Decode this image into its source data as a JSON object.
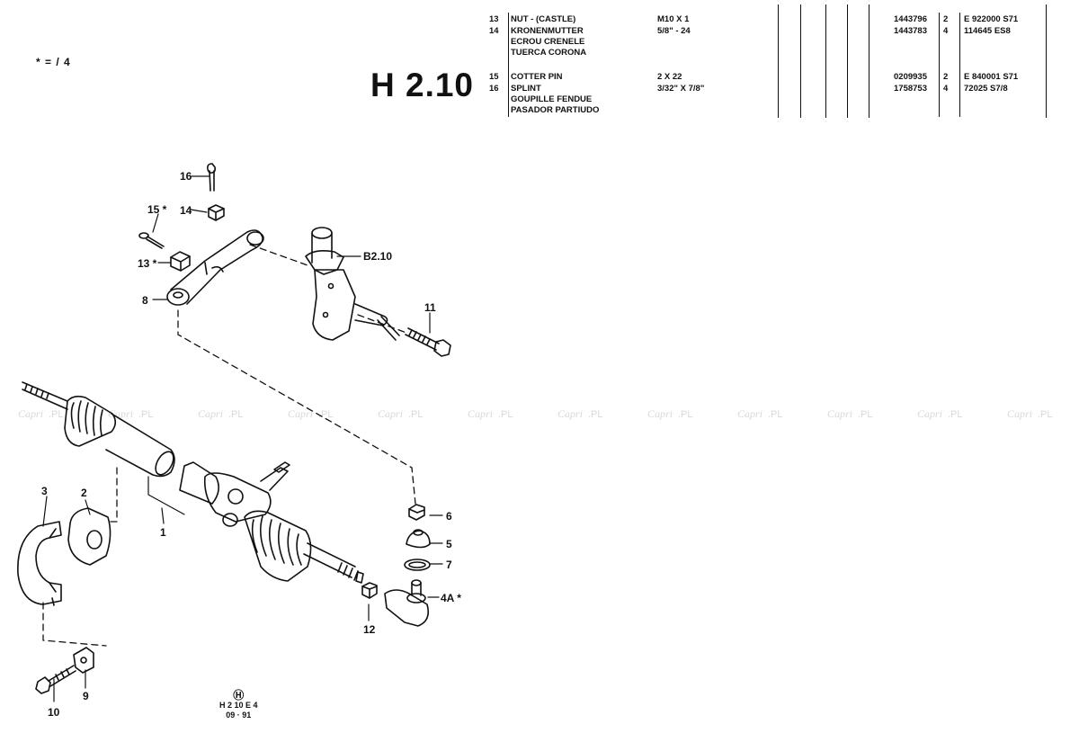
{
  "note_marker": "* = / 4",
  "page_code": "H 2.10",
  "parts": [
    {
      "ref": "13",
      "desc": [
        "NUT - (CASTLE)"
      ],
      "spec": "M10 X 1",
      "part_no": "1443796",
      "qty": "2",
      "std": "E 922000 S71"
    },
    {
      "ref": "14",
      "desc": [
        "KRONENMUTTER",
        "ECROU CRENELE",
        "TUERCA CORONA"
      ],
      "spec": "5/8\" - 24",
      "part_no": "1443783",
      "qty": "4",
      "std": "114645 ES8"
    },
    {
      "ref": "15",
      "desc": [
        "COTTER PIN"
      ],
      "spec": "2 X 22",
      "part_no": "0209935",
      "qty": "2",
      "std": "E 840001 S71"
    },
    {
      "ref": "16",
      "desc": [
        "SPLINT",
        "GOUPILLE FENDUE",
        "PASADOR PARTIUDO"
      ],
      "spec": "3/32\" X 7/8\"",
      "part_no": "1758753",
      "qty": "4",
      "std": "72025 S7/8"
    }
  ],
  "callouts": {
    "c16": "16",
    "c15": "15 *",
    "c14": "14",
    "c13": "13 *",
    "c8": "8",
    "cB": "B2.10",
    "c11": "11",
    "c3": "3",
    "c2": "2",
    "c1": "1",
    "c6": "6",
    "c5": "5",
    "c7": "7",
    "c4A": "4A *",
    "c12": "12",
    "c9": "9",
    "c10": "10"
  },
  "watermark": {
    "script": "Capri",
    "suffix": ".PL"
  },
  "footer": {
    "symbol": "Ⓗ",
    "code": "H 2 10 E 4",
    "date": "09 · 91"
  }
}
